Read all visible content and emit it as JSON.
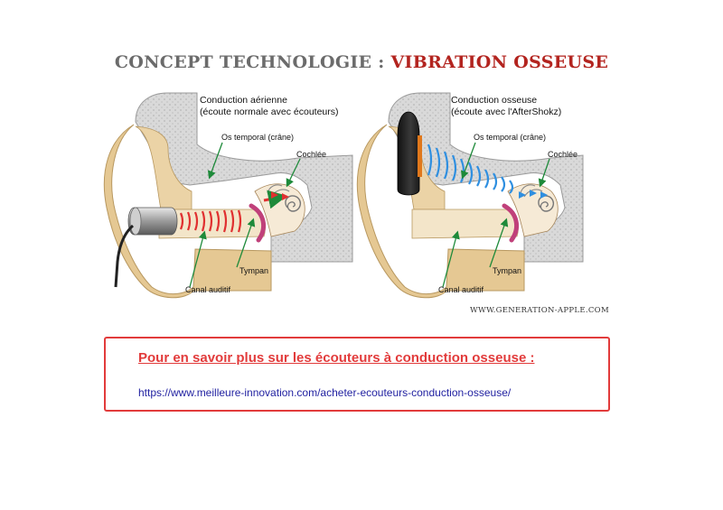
{
  "title": {
    "prefix": "CONCEPT TECHNOLOGIE",
    "separator": " : ",
    "highlight": "VIBRATION OSSEUSE"
  },
  "left_panel": {
    "heading_line1": "Conduction aérienne",
    "heading_line2": "(écoute normale avec écouteurs)",
    "label_os": "Os temporal (crâne)",
    "label_cochlee": "Cochlée",
    "label_tympan": "Tympan",
    "label_canal": "Canal auditif"
  },
  "right_panel": {
    "heading_line1": "Conduction osseuse",
    "heading_line2": "(écoute avec l'AfterShokz)",
    "label_os": "Os temporal (crâne)",
    "label_cochlee": "Cochlée",
    "label_tympan": "Tympan",
    "label_canal": "Canal auditif"
  },
  "credit": "WWW.GENERATION-APPLE.COM",
  "info_box": {
    "heading": "Pour en savoir plus sur les écouteurs à conduction osseuse :",
    "link_text": "https://www.meilleure-innovation.com/acheter-ecouteurs-conduction-osseuse/"
  },
  "colors": {
    "title_gray": "#6b6b6b",
    "title_red": "#b3241f",
    "box_red": "#e23b3b",
    "link_blue": "#1f1fa0",
    "wave_red": "#e03030",
    "wave_blue": "#2f8fe0",
    "arrow_green": "#1e8a3a"
  }
}
